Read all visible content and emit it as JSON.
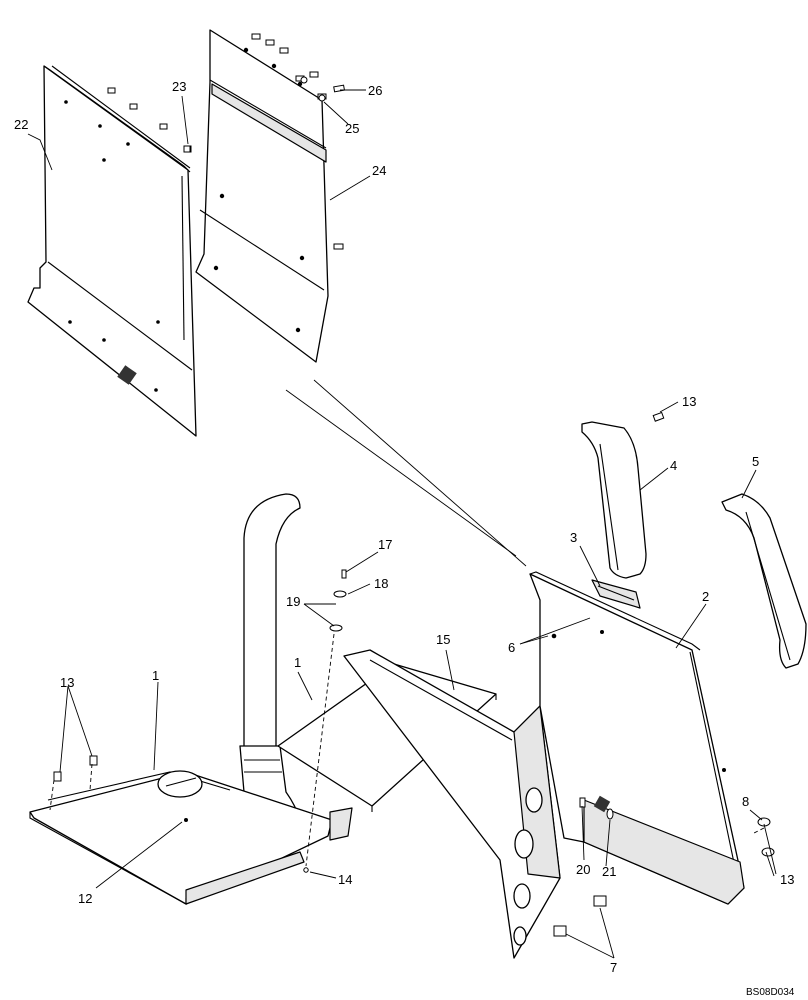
{
  "drawing_ref": "BS08D034",
  "callouts": [
    {
      "id": "c22",
      "text": "22"
    },
    {
      "id": "c23",
      "text": "23"
    },
    {
      "id": "c24",
      "text": "24"
    },
    {
      "id": "c25",
      "text": "25"
    },
    {
      "id": "c26",
      "text": "26"
    },
    {
      "id": "c13a",
      "text": "13"
    },
    {
      "id": "c4",
      "text": "4"
    },
    {
      "id": "c5",
      "text": "5"
    },
    {
      "id": "c3",
      "text": "3"
    },
    {
      "id": "c2",
      "text": "2"
    },
    {
      "id": "c6",
      "text": "6"
    },
    {
      "id": "c17",
      "text": "17"
    },
    {
      "id": "c18",
      "text": "18"
    },
    {
      "id": "c19",
      "text": "19"
    },
    {
      "id": "c15",
      "text": "15"
    },
    {
      "id": "c1a",
      "text": "1"
    },
    {
      "id": "c13b",
      "text": "13"
    },
    {
      "id": "c1b",
      "text": "1"
    },
    {
      "id": "c12",
      "text": "12"
    },
    {
      "id": "c14",
      "text": "14"
    },
    {
      "id": "c20",
      "text": "20"
    },
    {
      "id": "c21",
      "text": "21"
    },
    {
      "id": "c8",
      "text": "8"
    },
    {
      "id": "c13c",
      "text": "13"
    },
    {
      "id": "c7",
      "text": "7"
    }
  ]
}
